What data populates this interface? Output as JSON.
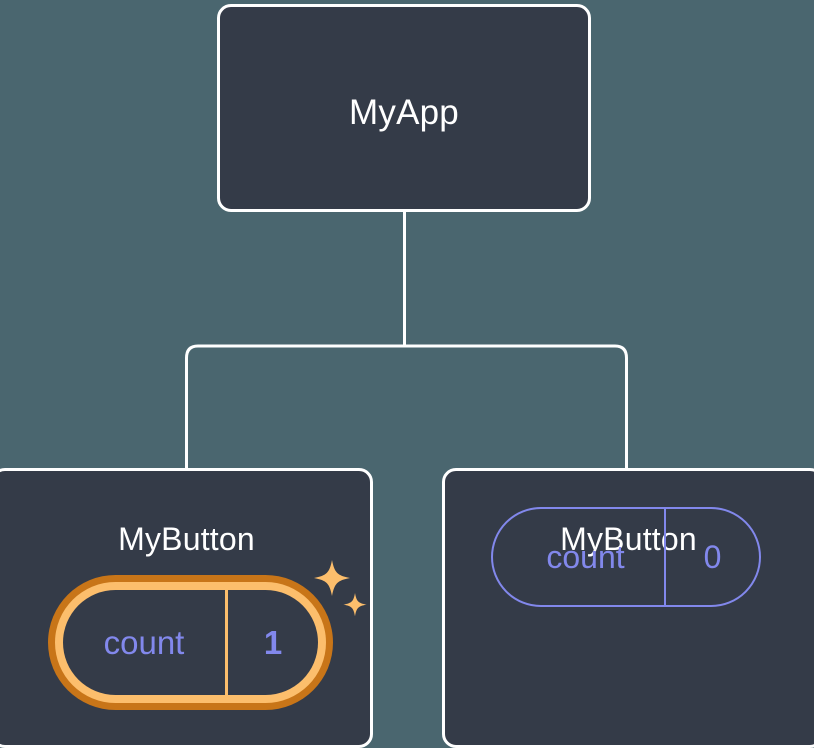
{
  "diagram": {
    "type": "component-tree",
    "background_color": "#4a666f",
    "node_fill": "#343b48",
    "node_border": "#ffffff",
    "edge_color": "#ffffff",
    "accent_highlight": "#fcbe6c",
    "accent_highlight_outer": "#c87518",
    "state_text_color": "#8288ec",
    "root": {
      "label": "MyApp"
    },
    "children": [
      {
        "label": "MyButton",
        "highlighted": true,
        "state": {
          "key": "count",
          "value": "1"
        },
        "sparkle_icons": [
          "sparkle-large-icon",
          "sparkle-small-icon"
        ]
      },
      {
        "label": "MyButton",
        "highlighted": false,
        "state": {
          "key": "count",
          "value": "0"
        },
        "sparkle_icons": []
      }
    ]
  }
}
